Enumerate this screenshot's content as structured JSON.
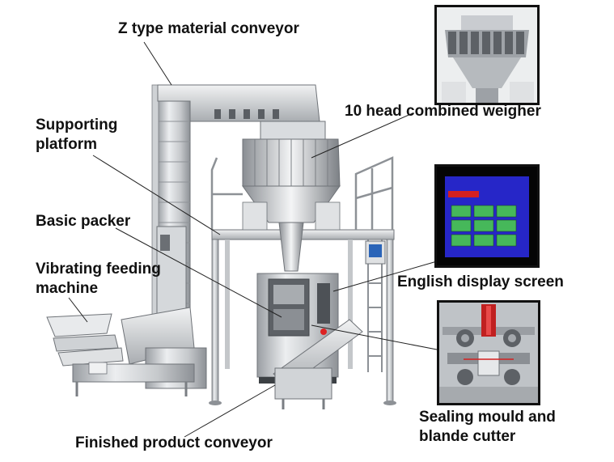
{
  "labels": {
    "z_conveyor": "Z type material conveyor",
    "weigher": "10 head combined weigher",
    "supporting_platform": [
      "Supporting",
      "platform"
    ],
    "basic_packer": "Basic packer",
    "vibrating_feeding": [
      "Vibrating feeding",
      "machine"
    ],
    "english_display": "English display screen",
    "sealing_mould": [
      "Sealing mould and",
      "blande cutter"
    ],
    "finished_conveyor": "Finished product conveyor"
  },
  "colors": {
    "steel_light": "#e4e6e8",
    "steel_mid": "#b9bcc0",
    "steel_dark": "#7d8186",
    "leader_line": "#222222",
    "screen_blue": "#2626c8",
    "screen_red": "#d42020",
    "screen_button": "#46b85a"
  },
  "icons": {
    "weigher_inset": "weigher-photo-icon",
    "screen_inset": "touchscreen-photo-icon",
    "sealing_inset": "sealing-jaw-photo-icon"
  }
}
